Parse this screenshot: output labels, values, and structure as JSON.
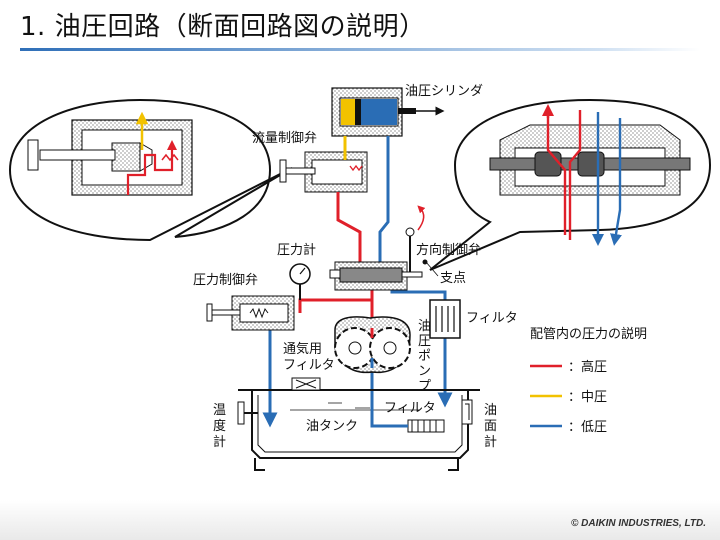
{
  "title": "1. 油圧回路（断面回路図の説明）",
  "labels": {
    "cylinder": "油圧シリンダ",
    "flow_valve": "流量制御弁",
    "direction_valve": "方向制御弁",
    "pivot": "支点",
    "pressure_gauge": "圧力計",
    "pressure_valve": "圧力制御弁",
    "filter_right": "フィルタ",
    "air_filter_1": "通気用",
    "air_filter_2": "フィルタ",
    "pump": [
      "油",
      "圧",
      "ポ",
      "ン",
      "プ"
    ],
    "suction_filter": "フィルタ",
    "tank": "油タンク",
    "thermometer": [
      "温",
      "度",
      "計"
    ],
    "level_gauge": [
      "油",
      "面",
      "計"
    ]
  },
  "legend": {
    "title": "配管内の圧力の説明",
    "items": [
      {
        "label": "：高圧",
        "color": "#e0202a"
      },
      {
        "label": "：中圧",
        "color": "#f2c200"
      },
      {
        "label": "：低圧",
        "color": "#2a6db5"
      }
    ]
  },
  "colors": {
    "high": "#e0202a",
    "mid": "#f2c200",
    "low": "#2a6db5",
    "accent": "#2f6fb8"
  },
  "footer": {
    "copyright": "© DAIKIN INDUSTRIES, LTD."
  }
}
